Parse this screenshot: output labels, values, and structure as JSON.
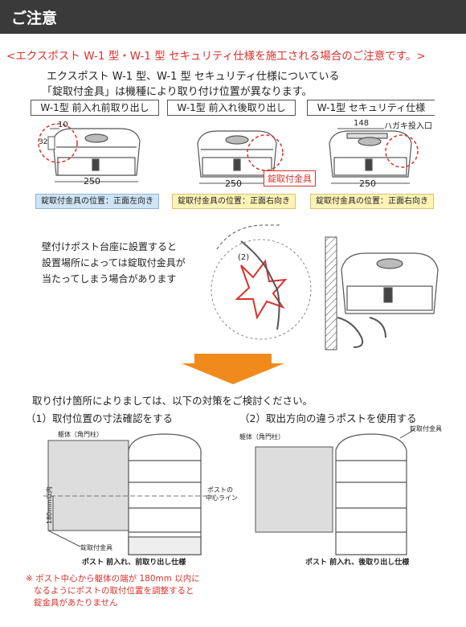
{
  "header": {
    "title": "ご注意"
  },
  "notice_title": "<エクスポスト W-1 型・W-1 型 セキュリティ仕様を施工される場合のご注意です。>",
  "intro_line1": "エクスポスト W-1 型、W-1 型 セキュリティ仕様についている",
  "intro_line2": "「錠取付金具」は機種により取り付け位置が異なります。",
  "tabs": [
    "W-1型 前入れ前取り出し",
    "W-1型 前入れ後取り出し",
    "W-1型 セキュリティ仕様"
  ],
  "dims": {
    "d10": "10",
    "d32": "32",
    "w250a": "250",
    "w250b": "250",
    "w250c": "250",
    "d148": "148",
    "hagaki": "ハガキ投入口"
  },
  "bracket_label": "錠取付金具",
  "captions": [
    "錠取付金具の位置：正面左向き",
    "錠取付金具の位置：正面右向き",
    "錠取付金具の位置：正面右向き"
  ],
  "warn_lines": [
    "壁付けポスト台座に設置すると",
    "設置場所によっては錠取付金具が",
    "当たってしまう場合があります"
  ],
  "detail_label": "(2)",
  "solution_intro": "取り付け箇所によりましては、以下の対策をご検討ください。",
  "solutions": [
    "（1）取付位置の寸法確認をする",
    "（2）取出方向の違うポストを使用する"
  ],
  "left_fig": {
    "wall": "躯体（角門柱）",
    "post_center1": "ポストの",
    "post_center2": "中心ライン",
    "dim": "180mm以内",
    "bracket": "錠取付金具",
    "caption": "ポスト 前入れ、前取り出し仕様"
  },
  "right_fig": {
    "wall": "躯体（角門柱）",
    "bracket": "錠取付金具",
    "caption": "ポスト 前入れ、後取り出し仕様"
  },
  "footnote": [
    "※ ポスト中心から躯体の端が 180mm 以内に",
    "なるようにポストの取付位置を調整すると",
    "錠金具があたりません"
  ]
}
